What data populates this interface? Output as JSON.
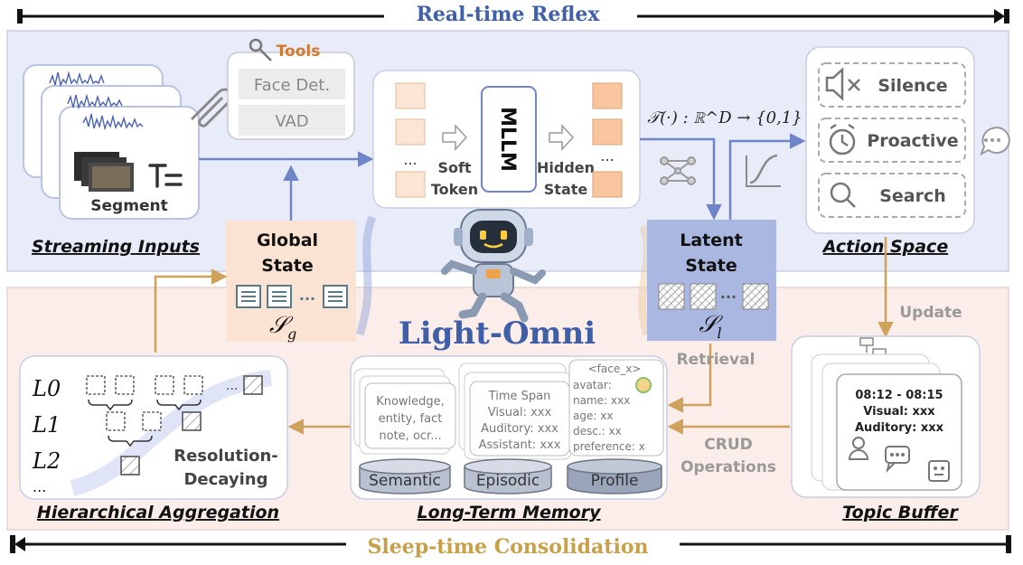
{
  "banners": {
    "top": "Real-time Reflex",
    "bottom": "Sleep-time Consolidation"
  },
  "center": {
    "title": "Light-Omni"
  },
  "streaming": {
    "caption": "Streaming Inputs",
    "segment_label": "Segment"
  },
  "tools": {
    "title": "Tools",
    "items": [
      "Face Det.",
      "VAD"
    ]
  },
  "mllm": {
    "label": "MLLM",
    "ellipsis": "...",
    "soft_token": [
      "Soft",
      "Token"
    ],
    "hidden_state": [
      "Hidden",
      "State"
    ]
  },
  "transform": {
    "formula": "𝒯(·) : ℝ^D → {0,1}"
  },
  "action_space": {
    "caption": "Action Space",
    "items": [
      "Silence",
      "Proactive",
      "Search"
    ]
  },
  "global_state": {
    "title": [
      "Global",
      "State"
    ],
    "symbol": "𝒮",
    "subscript": "g",
    "dots": "..."
  },
  "latent_state": {
    "title": [
      "Latent",
      "State"
    ],
    "symbol": "𝒮",
    "subscript": "l",
    "dots": "..."
  },
  "labels": {
    "update": "Update",
    "retrieval": "Retrieval",
    "crud": [
      "CRUD",
      "Operations"
    ]
  },
  "hierarchical": {
    "caption": "Hierarchical Aggregation",
    "levels": [
      "L0",
      "L1",
      "L2"
    ],
    "more": "...",
    "note": [
      "Resolution-",
      "Decaying"
    ]
  },
  "memory": {
    "caption": "Long-Term Memory",
    "semantic_card": [
      "Knowledge,",
      "entity, fact",
      "note, ocr..."
    ],
    "episodic_card": [
      "Time Span",
      "Visual: xxx",
      "Auditory: xxx",
      "Assistant: xxx"
    ],
    "profile_card": [
      "<face_x>",
      "avatar:",
      "name: xxx",
      "age: xx",
      "desc.: xx",
      "preference: x"
    ],
    "stores": [
      "Semantic",
      "Episodic",
      "Profile"
    ]
  },
  "topic_buffer": {
    "caption": "Topic Buffer",
    "card": [
      "08:12 - 08:15",
      "Visual: xxx",
      "Auditory: xxx"
    ]
  },
  "colors": {
    "blue_text": "#3f5fa8",
    "gold_text": "#c9a04a",
    "top_panel": "#e8ecf8",
    "bottom_panel": "#fbede9",
    "global_state": "#fbe3d3",
    "latent_state": "#aab7e1",
    "blue_arrow": "#6f85c8",
    "gold_arrow": "#cfa25b"
  }
}
